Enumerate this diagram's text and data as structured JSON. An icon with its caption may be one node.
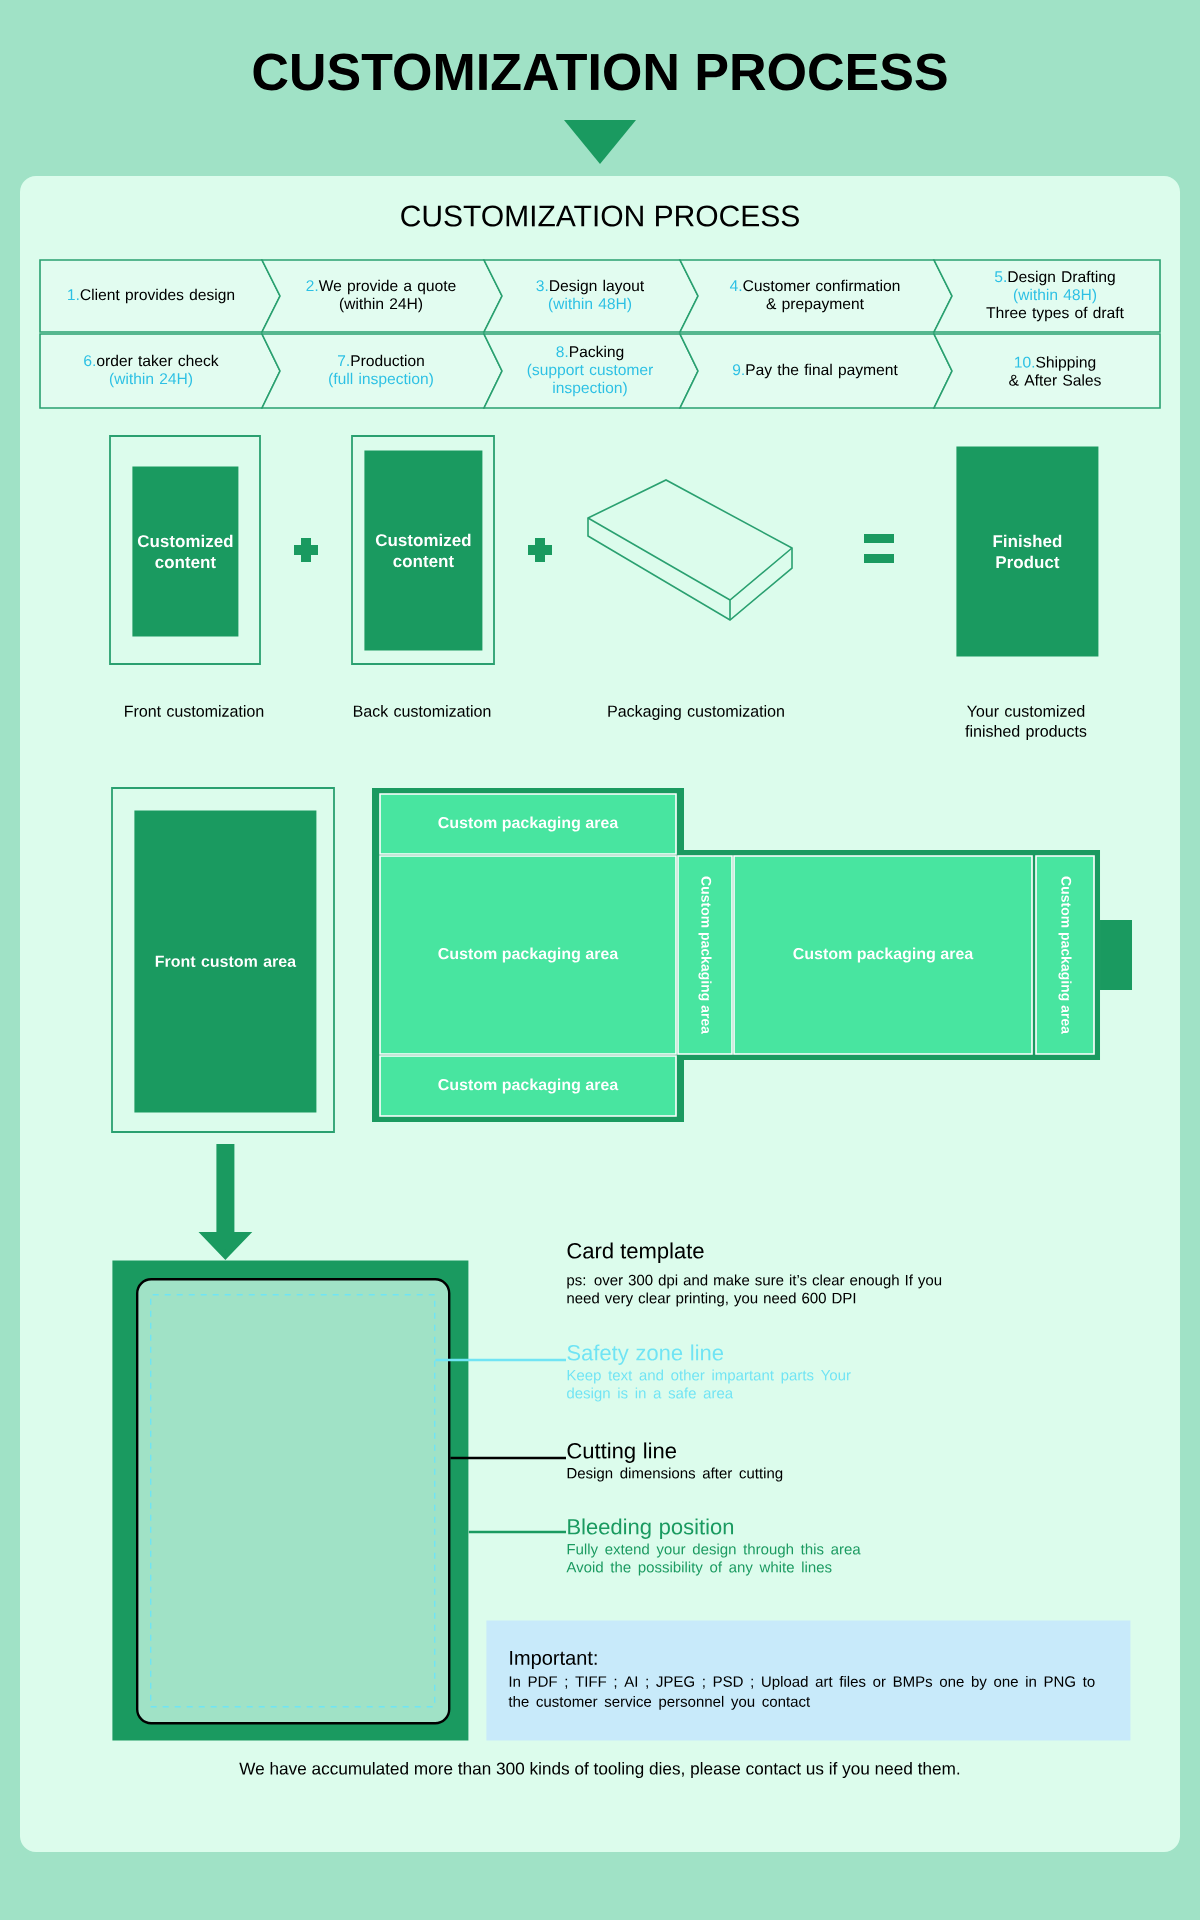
{
  "diagram": {
    "title": "CUSTOMIZATION PROCESS",
    "nodes": [
      {
        "text": [
          "1.",
          "Client provides design"
        ]
      },
      {
        "text": [
          "2.",
          "We provide a quote",
          "(within 24H)"
        ]
      },
      {
        "text": [
          "3.",
          "Design layout",
          "(within 48H)"
        ]
      },
      {
        "text": [
          "4.",
          "Customer confirmation & prepayment"
        ]
      },
      {
        "text": [
          "5.",
          "Design Drafting",
          "(within 48H)",
          "Three types of draft"
        ]
      },
      {
        "text": [
          "6.",
          "order taker check",
          "(within 24H)"
        ]
      },
      {
        "text": [
          "7.",
          "Production",
          "(full inspection)"
        ]
      },
      {
        "text": [
          "8.",
          "Packing",
          "(support customer inspection)"
        ]
      },
      {
        "text": [
          "9.",
          "Pay the final payment"
        ]
      },
      {
        "text": [
          "10.",
          "Shipping & After Sales"
        ]
      },
      {
        "text": [
          "Customized content"
        ]
      },
      {
        "text": [
          "Customized content"
        ]
      },
      {
        "text": [],
        "shape": "box"
      },
      {
        "text": [
          "Finished Product"
        ]
      },
      {
        "text": [
          "Front custom area"
        ]
      },
      {
        "text": [
          "Custom packaging area"
        ]
      },
      {
        "text": [
          "Custom packaging area"
        ]
      },
      {
        "text": [
          "Custom packaging area"
        ]
      },
      {
        "text": [
          "Custom packaging area"
        ]
      },
      {
        "text": [
          "Custom packaging area"
        ]
      },
      {
        "text": [
          "Custom packaging area"
        ]
      },
      {
        "text": [],
        "shape": "box"
      },
      {
        "text": [],
        "shape": "box",
        "in": 21
      },
      {
        "text": [],
        "shape": "box",
        "in": 22
      },
      {
        "text": [
          "Safety zone line",
          "Keep text and other impartant parts Your design is in a safe area"
        ]
      },
      {
        "text": [
          "Cutting line",
          "Design dimensions after cutting"
        ]
      },
      {
        "text": [
          "Bleeding position",
          "Fully extend your design through this area Avoid the possibility of any white lines"
        ]
      },
      {
        "text": [
          "Important:",
          "In PDF ; TIFF ; AI ; JPEG ; PSD ; Upload art files or BMPs one by one in PNG to the customer service personnel you contact"
        ]
      }
    ],
    "edges": [
      {
        "from": 14,
        "to": 21,
        "arrow": "to",
        "style": "thick",
        "color": "#1a9a60"
      },
      {
        "from": 24,
        "to": 23,
        "arrow": "none",
        "color": "#70e4f4"
      },
      {
        "from": 25,
        "to": 22,
        "arrow": "none",
        "color": "#000000"
      },
      {
        "from": 26,
        "to": 21,
        "arrow": "none",
        "color": "#1a9a60"
      }
    ],
    "labels": [
      "CUSTOMIZATION PROCESS",
      "Front customization",
      "Back customization",
      "Packaging customization",
      "Your customized finished products",
      "Card template",
      "ps: over 300 dpi and make sure it’s clear enough If you need very clear printing, you need 600 DPI",
      "We have accumulated more than 300 kinds of tooling dies, please contact us if you need them."
    ]
  }
}
